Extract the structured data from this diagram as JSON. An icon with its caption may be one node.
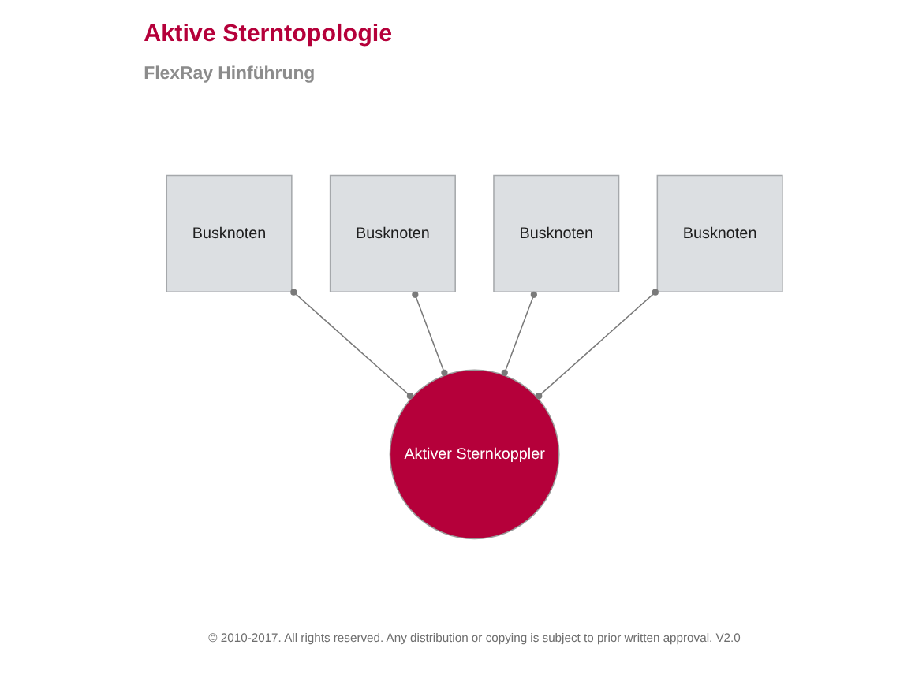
{
  "diagram": {
    "title": "Aktive Sterntopologie",
    "nodes": [
      {
        "text": [
          "Busknoten"
        ]
      },
      {
        "text": [
          "Busknoten"
        ]
      },
      {
        "text": [
          "Busknoten"
        ]
      },
      {
        "text": [
          "Busknoten"
        ]
      },
      {
        "text": [
          "Aktiver Sternkoppler"
        ]
      }
    ],
    "edges": [
      {
        "from": 0,
        "to": 4,
        "arrow": "other"
      },
      {
        "from": 1,
        "to": 4,
        "arrow": "other"
      },
      {
        "from": 2,
        "to": 4,
        "arrow": "other"
      },
      {
        "from": 3,
        "to": 4,
        "arrow": "other"
      }
    ],
    "labels": [
      "FlexRay Hinführung",
      "© 2010-2017. All rights reserved. Any distribution or copying is subject to prior written approval. V2.0"
    ]
  }
}
